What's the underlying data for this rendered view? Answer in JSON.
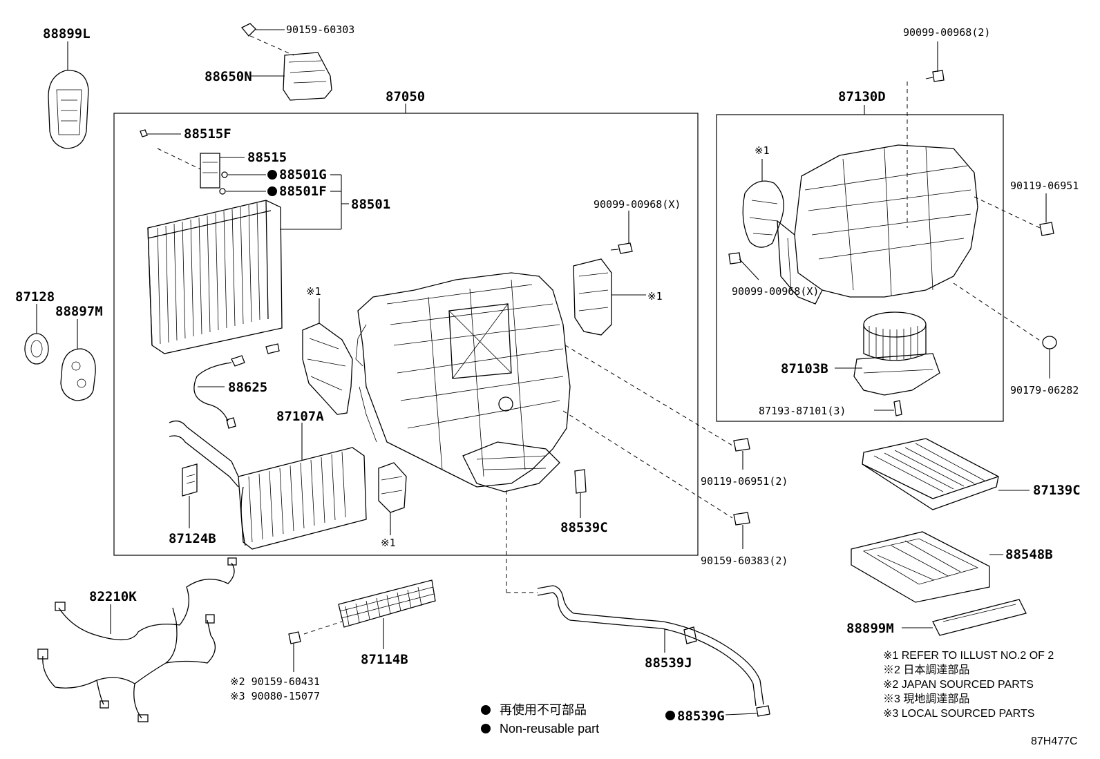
{
  "diagram_code": "87H477C",
  "callouts": {
    "p88899L": "88899L",
    "p90159_60303": "90159-60303",
    "p88650N": "88650N",
    "p87050": "87050",
    "p88515F": "88515F",
    "p88515": "88515",
    "p88501G": "88501G",
    "p88501F": "88501F",
    "p88501": "88501",
    "p90099_00968X_a": "90099-00968(X)",
    "ref1_a": "※1",
    "ref1_b": "※1",
    "ref1_c": "※1",
    "ref1_d": "※1",
    "p87128": "87128",
    "p88897M": "88897M",
    "p88625": "88625",
    "p87107A": "87107A",
    "p87124B": "87124B",
    "p88539C": "88539C",
    "p90099_00968_2": "90099-00968(2)",
    "p87130D": "87130D",
    "p90119_06951": "90119-06951",
    "p90099_00968X_b": "90099-00968(X)",
    "p87103B": "87103B",
    "p90179_06282": "90179-06282",
    "p87193_87101_3": "87193-87101(3)",
    "p90119_06951_2": "90119-06951(2)",
    "p90159_60383_2": "90159-60383(2)",
    "p87139C": "87139C",
    "p88548B": "88548B",
    "p88899M": "88899M",
    "p82210K": "82210K",
    "p87114B": "87114B",
    "p90159_60431": "※2 90159-60431",
    "p90080_15077": "※3 90080-15077",
    "p88539J": "88539J",
    "p88539G": "88539G"
  },
  "notes": [
    "※1 REFER TO ILLUST NO.2 OF 2",
    "※2 日本調達部品",
    "※2 JAPAN SOURCED PARTS",
    "※3 現地調達部品",
    "※3 LOCAL SOURCED PARTS"
  ],
  "legend": {
    "jp": "再使用不可部品",
    "en": "Non-reusable part"
  }
}
